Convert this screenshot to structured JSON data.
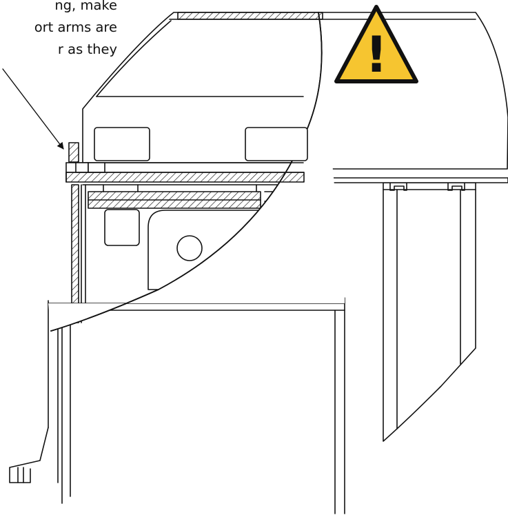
{
  "callout": {
    "lines": [
      "ng, make",
      "ort arms are",
      "r as they"
    ]
  },
  "warning_sign": {
    "icon": "warning-triangle-icon",
    "symbol": "!",
    "fill_color": "#F6C530",
    "border_color": "#111111"
  },
  "colors": {
    "line": "#111111",
    "background": "#ffffff"
  }
}
